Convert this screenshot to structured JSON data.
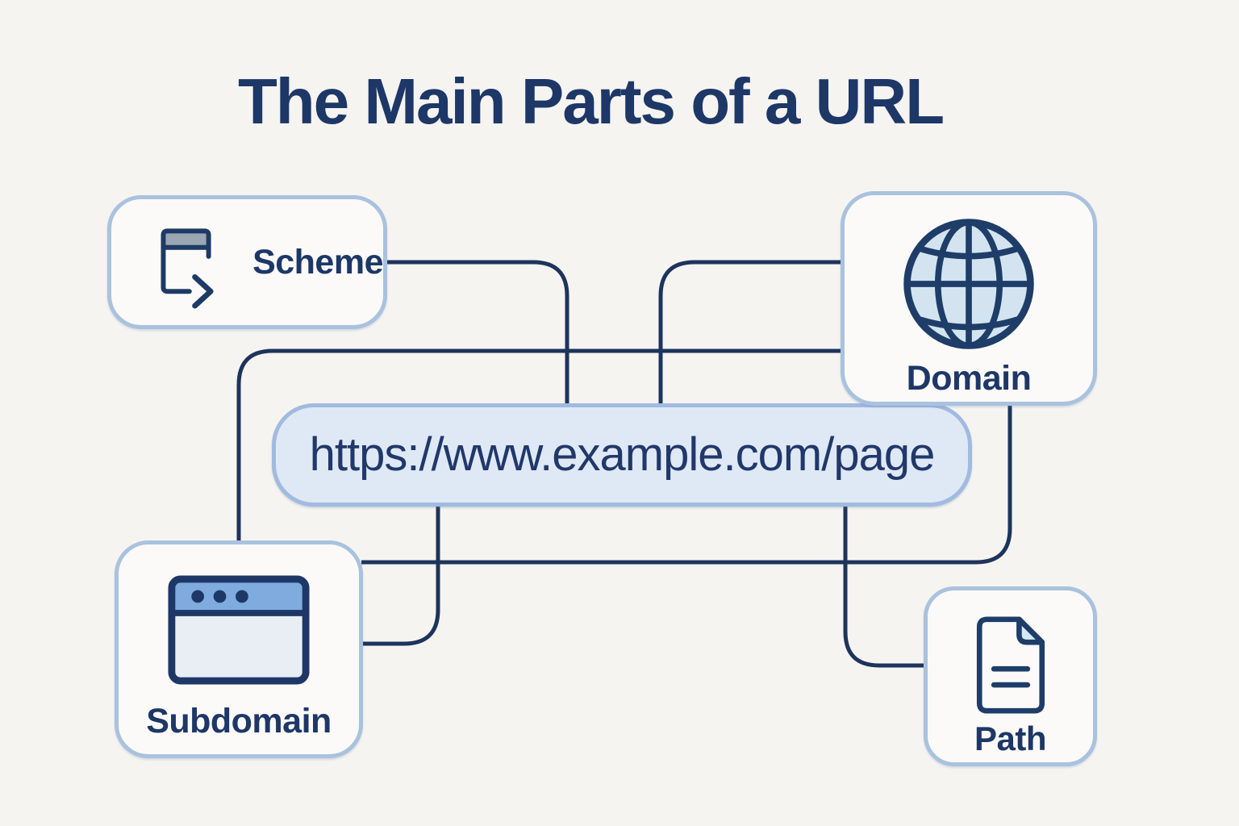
{
  "title": "The Main Parts of a URL",
  "url_bar": {
    "text": "https://www.example.com/page"
  },
  "nodes": {
    "scheme": {
      "label": "Scheme",
      "icon": "browser-window-arrow-icon"
    },
    "domain": {
      "label": "Domain",
      "icon": "globe-icon"
    },
    "subdomain": {
      "label": "Subdomain",
      "icon": "browser-window-icon"
    },
    "path": {
      "label": "Path",
      "icon": "document-icon"
    }
  },
  "connectors": [
    "scheme-to-url",
    "url-to-domain",
    "subdomain-to-domain",
    "url-to-subdomain",
    "domain-to-subdomain",
    "url-to-path"
  ],
  "colors": {
    "background": "#f6f4f1",
    "navy_text": "#1d3767",
    "connector_line": "#1d345c",
    "box_border": "#a9c2de",
    "box_fill": "#fbfaf8",
    "url_pill_fill": "#dfe8f5",
    "url_pill_border": "#a0bbdf",
    "accent_blue": "#7fabdf",
    "icon_gray": "#9aa6b2",
    "globe_fill": "#d3e4f0",
    "fold_fill": "#d4e8f6"
  }
}
